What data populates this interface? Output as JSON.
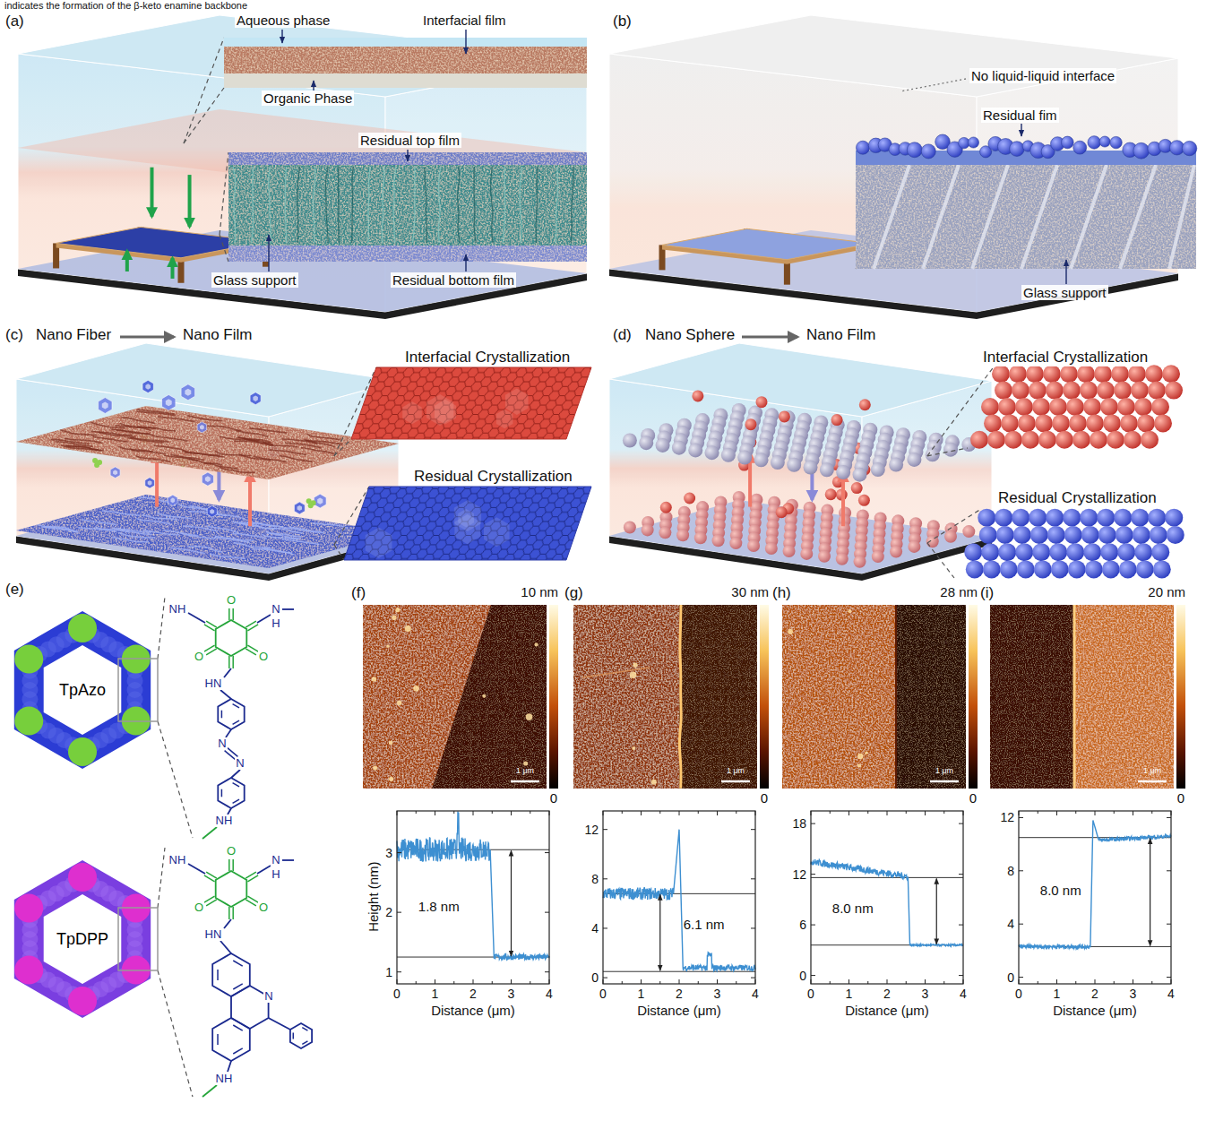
{
  "diagram": {
    "nodes": [
      {
        "text": [
          "TpAzo"
        ]
      },
      {
        "text": [
          "TpDPP"
        ]
      }
    ],
    "labels": [
      "indicates the formation of the β-keto enamine backbone",
      "(a)",
      "Aqueous phase",
      "Interfacial film",
      "Organic Phase",
      "Residual top film",
      "Glass support",
      "Residual bottom film",
      "(b)",
      "No liquid-liquid interface",
      "Residual fim",
      "Glass support",
      "(c)",
      "Nano Fiber",
      "Nano Film",
      "Interfacial Crystallization",
      "Residual Crystallization",
      "(d)",
      "Nano Sphere",
      "Nano Film",
      "Interfacial Crystallization",
      "Residual Crystallization",
      "(e)",
      "NH",
      "O",
      "N",
      "H",
      "O",
      "O",
      "HN",
      "N",
      "N",
      "NH",
      "NH",
      "O",
      "N",
      "H",
      "O",
      "O",
      "HN",
      "N",
      "NH",
      "(f)",
      "10 nm",
      "0",
      "1 μm",
      "(g)",
      "30 nm",
      "0",
      "1 μm",
      "(h)",
      "28 nm",
      "0",
      "1 μm",
      "(i)",
      "20 nm",
      "0",
      "1 μm",
      "Height (nm)",
      "3",
      "2",
      "1",
      "0",
      "1",
      "2",
      "3",
      "4",
      "Distance (μm)",
      "1.8 nm",
      "12",
      "8",
      "4",
      "0",
      "0",
      "1",
      "2",
      "3",
      "4",
      "Distance (μm)",
      "6.1 nm",
      "18",
      "12",
      "6",
      "0",
      "0",
      "1",
      "2",
      "3",
      "4",
      "Distance (μm)",
      "8.0 nm",
      "12",
      "8",
      "4",
      "0",
      "0",
      "1",
      "2",
      "3",
      "4",
      "Distance (μm)",
      "8.0 nm"
    ]
  }
}
